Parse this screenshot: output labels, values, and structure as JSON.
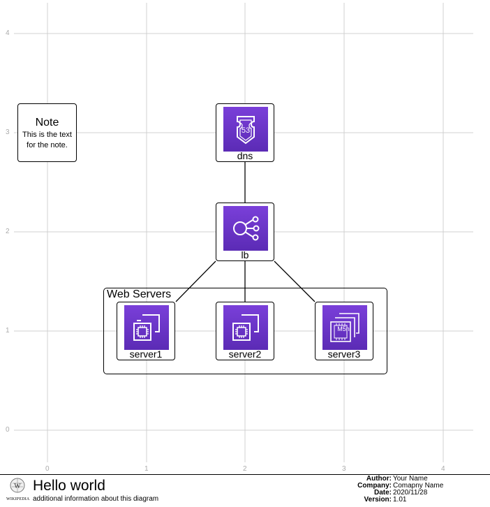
{
  "axes": {
    "x_ticks": [
      "0",
      "1",
      "2",
      "3",
      "4"
    ],
    "y_ticks": [
      "4",
      "3",
      "2",
      "1",
      "0"
    ]
  },
  "note": {
    "title": "Note",
    "text_line1": "This is the text",
    "text_line2": "for the note."
  },
  "nodes": {
    "dns": {
      "label": "dns",
      "badge": "53",
      "icon": "route53-icon"
    },
    "lb": {
      "label": "lb",
      "icon": "load-balancer-icon"
    },
    "server1": {
      "label": "server1",
      "icon": "ec2-instance-icon"
    },
    "server2": {
      "label": "server2",
      "icon": "ec2-instance-icon"
    },
    "server3": {
      "label": "server3",
      "badge": "M5n",
      "icon": "ec2-m5n-instance-icon"
    }
  },
  "group": {
    "label": "Web Servers"
  },
  "footer": {
    "logo_text": "Wikipedia",
    "title": "Hello world",
    "subtitle": "additional information about this diagram",
    "author_key": "Author:",
    "author_val": "Your Name",
    "company_key": "Company:",
    "company_val": "Comapny Name",
    "date_key": "Date:",
    "date_val": "2020/11/28",
    "version_key": "Version:",
    "version_val": "1.01"
  },
  "colors": {
    "aws_purple": "#6b34c9",
    "grid": "#cccccc",
    "tick": "#aaaaaa"
  }
}
